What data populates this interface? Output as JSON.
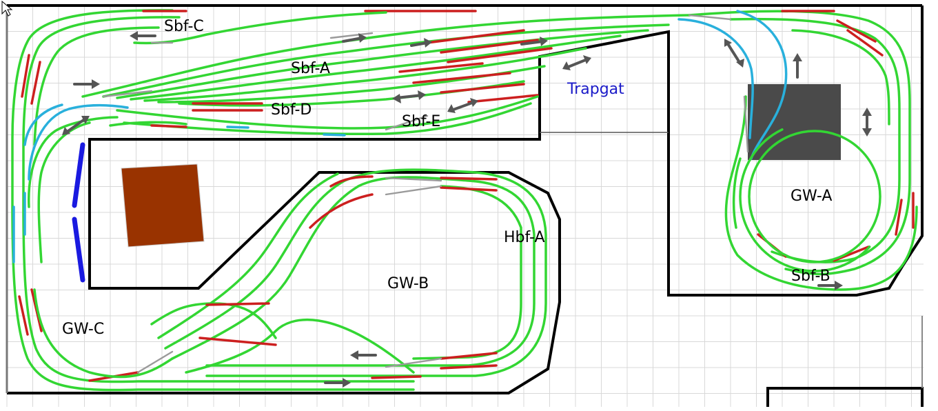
{
  "labels": {
    "sbf_c": "Sbf-C",
    "sbf_a": "Sbf-A",
    "sbf_d": "Sbf-D",
    "sbf_e": "Sbf-E",
    "sbf_b": "Sbf-B",
    "trapgat": "Trapgat",
    "gw_a": "GW-A",
    "gw_b": "GW-B",
    "gw_c": "GW-C",
    "hbf_a": "Hbf-A"
  },
  "colors": {
    "track_main": "#33d633",
    "track_block": "#cc1f1f",
    "track_hidden": "#29b0dc",
    "turnout": "#9a9a9a",
    "wall": "#000000",
    "grid": "#d8d8d8",
    "building_brown": "#993300",
    "building_grey": "#4a4a4a",
    "platform_blue": "#1a1ae0",
    "arrow": "#555555",
    "label_trapgat": "#1a1ac8"
  },
  "icons": [
    "cursor-icon",
    "direction-arrow-icon",
    "double-arrow-icon"
  ]
}
